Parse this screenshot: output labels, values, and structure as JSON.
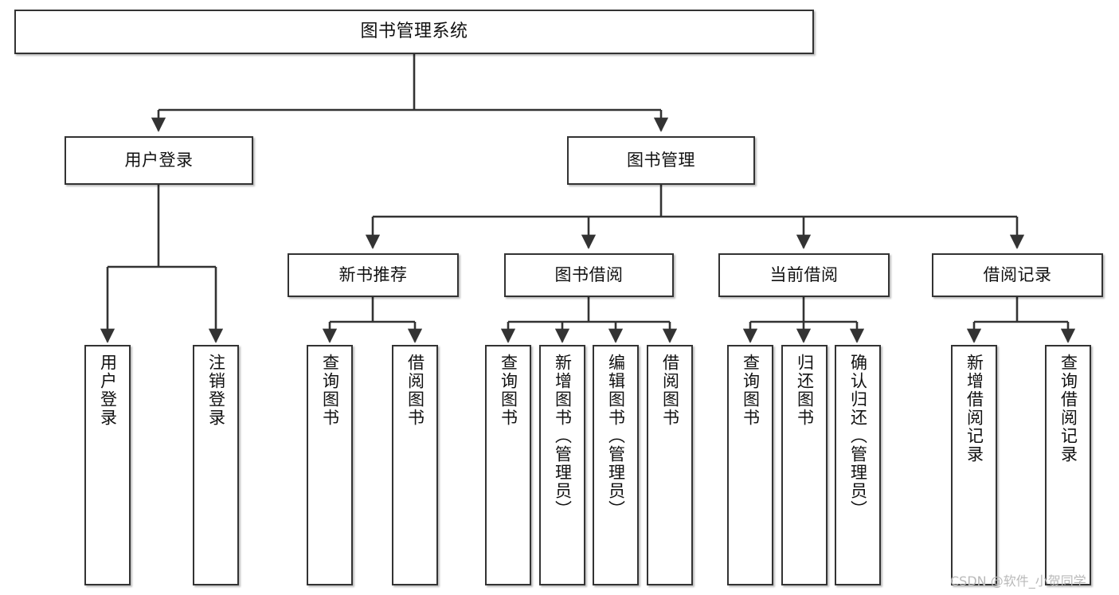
{
  "diagram": {
    "title": "图书管理系统",
    "watermark": "CSDN @软件_小贺同学",
    "stroke_color": "#333333",
    "background_color": "#ffffff",
    "nodes": {
      "root": {
        "label": "图书管理系统"
      },
      "user_login": {
        "label": "用户登录"
      },
      "book_manage": {
        "label": "图书管理"
      },
      "new_book_rec": {
        "label": "新书推荐"
      },
      "book_borrow": {
        "label": "图书借阅"
      },
      "current_borrow": {
        "label": "当前借阅"
      },
      "borrow_record": {
        "label": "借阅记录"
      },
      "leaf_user_login": {
        "label": "用户登录"
      },
      "leaf_logout": {
        "label": "注销登录"
      },
      "leaf_query_book_1": {
        "label": "查询图书"
      },
      "leaf_borrow_book_1": {
        "label": "借阅图书"
      },
      "leaf_query_book_2": {
        "label": "查询图书"
      },
      "leaf_add_book": {
        "label": "新增图书（管理员）"
      },
      "leaf_edit_book": {
        "label": "编辑图书（管理员）"
      },
      "leaf_borrow_book_2": {
        "label": "借阅图书"
      },
      "leaf_query_book_3": {
        "label": "查询图书"
      },
      "leaf_return_book": {
        "label": "归还图书"
      },
      "leaf_confirm_return": {
        "label": "确认归还（管理员）"
      },
      "leaf_add_record": {
        "label": "新增借阅记录"
      },
      "leaf_query_record": {
        "label": "查询借阅记录"
      }
    }
  }
}
